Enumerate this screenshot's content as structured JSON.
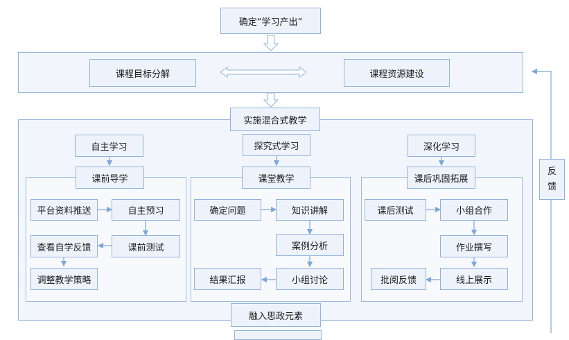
{
  "top": "确定“学习产出”",
  "band": {
    "left": "课程目标分解",
    "right": "课程资源建设"
  },
  "implement": "实施混合式教学",
  "col1": {
    "title": "自主学习",
    "phase": "课前导学",
    "items": [
      "平台资料推送",
      "自主预习",
      "课前测试",
      "查看自学反馈",
      "调整教学策略"
    ]
  },
  "col2": {
    "title": "探究式学习",
    "phase": "课堂教学",
    "items": [
      "确定问题",
      "知识讲解",
      "案例分析",
      "小组讨论",
      "结果汇报"
    ]
  },
  "col3": {
    "title": "深化学习",
    "phase": "课后巩固拓展",
    "items": [
      "课后测试",
      "小组合作",
      "作业撰写",
      "线上展示",
      "批阅反馈"
    ]
  },
  "bottom": "融入思政元素",
  "feedback": [
    "反",
    "馈"
  ],
  "colors": {
    "box_fill": "#eef3fb",
    "border": "#8fb2dc",
    "arrow": "#7fa8d8"
  }
}
